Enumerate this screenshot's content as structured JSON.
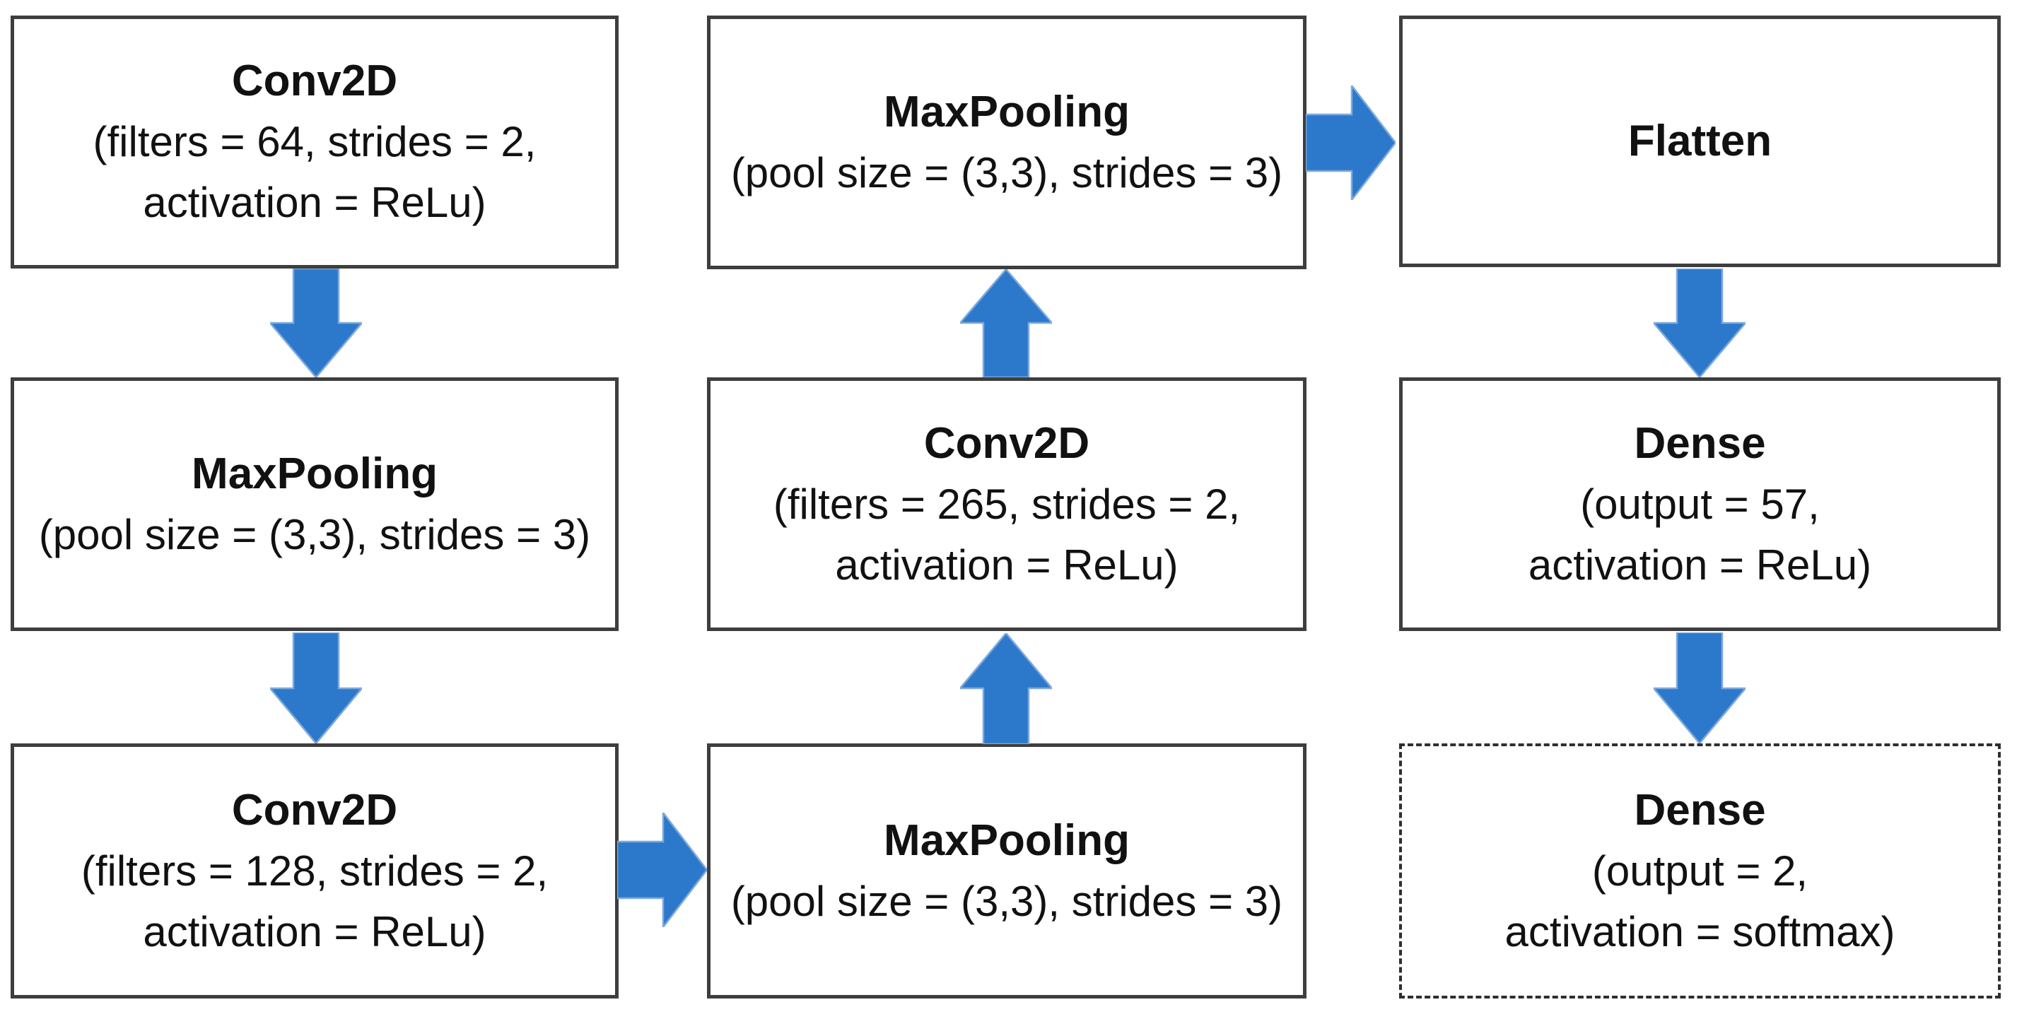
{
  "diagram": {
    "type": "flowchart",
    "subject": "CNN architecture layer sequence",
    "colors": {
      "arrow_fill": "#2c79cb",
      "arrow_edge": "#7fa9dc",
      "box_border": "#3e3e3e",
      "dashed_box_border": "#2f2f2f",
      "text": "#111111",
      "background": "#ffffff"
    },
    "nodes": [
      {
        "id": "conv2d-1",
        "title": "Conv2D",
        "line1": "(filters = 64, strides = 2,",
        "line2": "activation = ReLu)",
        "border": "solid"
      },
      {
        "id": "maxpool-1",
        "title": "MaxPooling",
        "line1": "(pool size = (3,3), strides = 3)",
        "border": "solid"
      },
      {
        "id": "conv2d-2",
        "title": "Conv2D",
        "line1": "(filters = 128, strides = 2,",
        "line2": "activation = ReLu)",
        "border": "solid"
      },
      {
        "id": "maxpool-2",
        "title": "MaxPooling",
        "line1": "(pool size = (3,3), strides = 3)",
        "border": "solid"
      },
      {
        "id": "conv2d-3",
        "title": "Conv2D",
        "line1": "(filters = 265, strides = 2,",
        "line2": "activation = ReLu)",
        "border": "solid"
      },
      {
        "id": "maxpool-3",
        "title": "MaxPooling",
        "line1": "(pool size = (3,3), strides = 3)",
        "border": "solid"
      },
      {
        "id": "flatten",
        "title": "Flatten",
        "border": "solid"
      },
      {
        "id": "dense-1",
        "title": "Dense",
        "line1": "(output = 57,",
        "line2": "activation = ReLu)",
        "border": "solid"
      },
      {
        "id": "dense-2",
        "title": "Dense",
        "line1": "(output = 2,",
        "line2": "activation = softmax)",
        "border": "dashed"
      }
    ],
    "flow_order": [
      "conv2d-1",
      "maxpool-1",
      "conv2d-2",
      "maxpool-2",
      "conv2d-3",
      "maxpool-3",
      "flatten",
      "dense-1",
      "dense-2"
    ],
    "arrows": [
      {
        "id": "arrow-1",
        "direction": "down",
        "from": "conv2d-1",
        "to": "maxpool-1"
      },
      {
        "id": "arrow-2",
        "direction": "down",
        "from": "maxpool-1",
        "to": "conv2d-2"
      },
      {
        "id": "arrow-3",
        "direction": "right",
        "from": "conv2d-2",
        "to": "maxpool-2"
      },
      {
        "id": "arrow-4",
        "direction": "up",
        "from": "maxpool-2",
        "to": "conv2d-3"
      },
      {
        "id": "arrow-5",
        "direction": "up",
        "from": "conv2d-3",
        "to": "maxpool-3"
      },
      {
        "id": "arrow-6",
        "direction": "right",
        "from": "maxpool-3",
        "to": "flatten"
      },
      {
        "id": "arrow-7",
        "direction": "down",
        "from": "flatten",
        "to": "dense-1"
      },
      {
        "id": "arrow-8",
        "direction": "down",
        "from": "dense-1",
        "to": "dense-2"
      }
    ]
  }
}
